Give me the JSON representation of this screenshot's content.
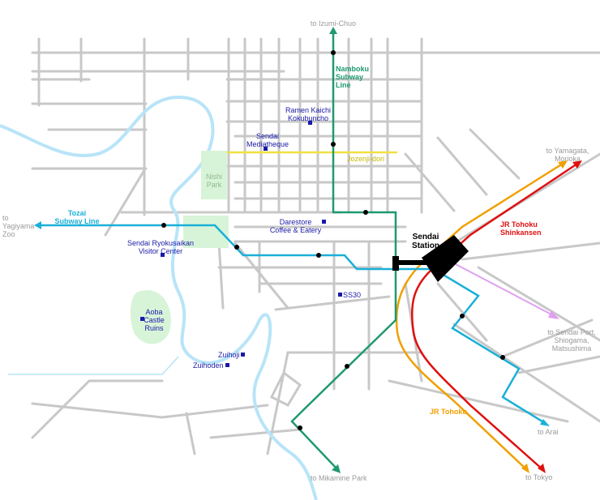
{
  "destinations": {
    "izumi_chuo": "to Izumi-Chuo",
    "yamagata": "to Yamagata,\nMorioka",
    "yagiyama": "to\nYagiyama\nZoo",
    "sendai_port": "to Sendai Port,\nShiogama,\nMatsushima",
    "arai": "to Arai",
    "tokyo": "to Tokyo",
    "mikamine": "to Mikamine Park"
  },
  "lines": {
    "namboku": "Namboku\nSubway\nLine",
    "tozai": "Tozai\nSubway Line",
    "jr_shinkansen": "JR Tohoku\nShinkansen",
    "jr_tohoku": "JR Tohoku",
    "jozenji": "Jozenji-dori"
  },
  "places": {
    "ramen": "Ramen Kaichi\nKokubuncho",
    "mediatheque": "Sendai\nMediatheque",
    "nishi_park": "Nishi\nPark",
    "darestore": "Darestore\nCoffee & Eatery",
    "ryokusaikan": "Sendai Ryokusaikan\nVisitor Center",
    "aoba": "Aoba\nCastle\nRuins",
    "ss30": "SS30",
    "zuihoji": "Zuihoji",
    "zuihoden": "Zuihoden",
    "station": "Sendai\nStation"
  },
  "colors": {
    "road": "#c8c8c8",
    "river": "#b8e4f8",
    "park": "#d8f4d8",
    "namboku": "#1f9a6e",
    "tozai": "#1ab0d8",
    "shinkansen": "#e01010",
    "jr_tohoku": "#f0a000",
    "senseki": "#e0a0f0",
    "jozenji": "#f0e040",
    "poi": "#1a1aa8"
  }
}
